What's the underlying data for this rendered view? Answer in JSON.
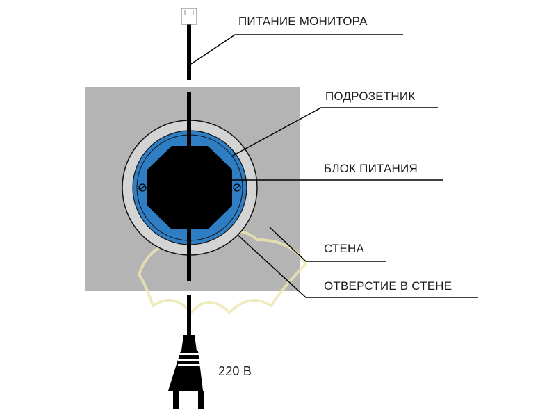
{
  "labels": {
    "monitor_power": "ПИТАНИЕ МОНИТОРА",
    "socket_box": "ПОДРОЗЕТНИК",
    "power_unit": "БЛОК ПИТАНИЯ",
    "wall": "СТЕНА",
    "wall_hole": "ОТВЕРСТИЕ В СТЕНЕ",
    "voltage": "220 В"
  },
  "colors": {
    "wall": "#b4b4b4",
    "hole": "#d4d4d4",
    "socket_box": "#2f7ec4",
    "power_unit": "#000000"
  }
}
